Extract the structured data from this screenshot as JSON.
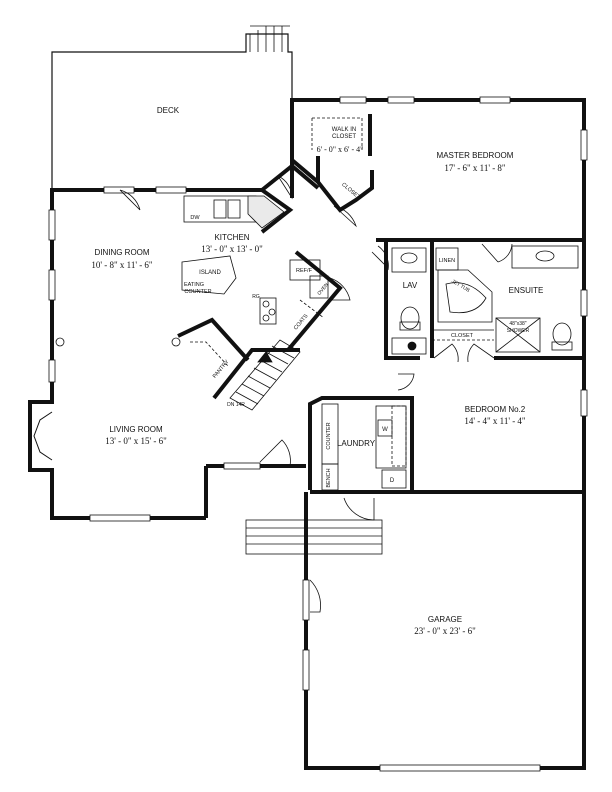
{
  "colors": {
    "wall": "#111111",
    "background": "#ffffff",
    "fixture": "#333333"
  },
  "rooms": {
    "deck": {
      "name": "DECK"
    },
    "master": {
      "name": "MASTER BEDROOM",
      "size": "17' - 6\" x 11' - 8\""
    },
    "walkin": {
      "name_line1": "WALK IN",
      "name_line2": "CLOSET",
      "size": "6' - 0\" x 6' - 4\""
    },
    "dining": {
      "name": "DINING ROOM",
      "size": "10' - 8\" x 11' - 6\""
    },
    "kitchen": {
      "name": "KITCHEN",
      "size": "13' - 0\" x 13' - 0\""
    },
    "living": {
      "name": "LIVING ROOM",
      "size": "13' - 0\" x 15' - 6\""
    },
    "bedroom2": {
      "name": "BEDROOM No.2",
      "size": "14' - 4\" x 11' - 4\""
    },
    "garage": {
      "name": "GARAGE",
      "size": "23' - 0\" x 23' - 6\""
    },
    "lav": {
      "name": "LAV"
    },
    "ensuite": {
      "name": "ENSUITE"
    },
    "laundry": {
      "name": "LAUNDRY"
    }
  },
  "labels": {
    "island": "ISLAND",
    "eating_counter_1": "EATING",
    "eating_counter_2": "COUNTER",
    "pantry": "PANTRY",
    "ref": "REF/F",
    "oven": "OVEN",
    "rg": "RG",
    "coats": "COATS",
    "dw": "DW",
    "closet_master": "CLOSET",
    "closet_ensuite": "CLOSET",
    "linen": "LINEN",
    "jet_tub": "JET TUB",
    "shower_1": "48\"x38\"",
    "shower_2": "SHOWER",
    "counter": "COUNTER",
    "bench": "BENCH",
    "washer": "W",
    "dryer": "D",
    "stairs": "DN 14R"
  }
}
